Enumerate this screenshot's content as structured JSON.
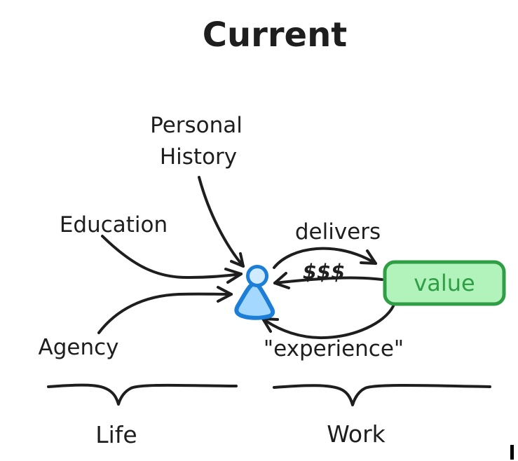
{
  "diagram": {
    "title": "Current",
    "labels": {
      "personal_history_line1": "Personal",
      "personal_history_line2": "History",
      "education": "Education",
      "agency": "Agency",
      "delivers": "delivers",
      "money": "$$$",
      "value": "value",
      "experience": "\"experience\"",
      "life": "Life",
      "work": "Work"
    },
    "nodes": [
      {
        "id": "person",
        "type": "person-figure"
      },
      {
        "id": "value",
        "type": "rounded-box",
        "label": "value"
      }
    ],
    "edges": [
      {
        "from": "Personal History",
        "to": "person",
        "label": ""
      },
      {
        "from": "Education",
        "to": "person",
        "label": ""
      },
      {
        "from": "Agency",
        "to": "person",
        "label": ""
      },
      {
        "from": "person",
        "to": "value",
        "label": "delivers"
      },
      {
        "from": "value",
        "to": "person",
        "label": "$$$"
      },
      {
        "from": "value",
        "to": "person",
        "label": "\"experience\""
      }
    ],
    "groups": [
      {
        "label": "Life",
        "contains": [
          "Personal History",
          "Education",
          "Agency"
        ]
      },
      {
        "label": "Work",
        "contains": [
          "delivers",
          "$$$",
          "\"experience\"",
          "value"
        ]
      }
    ],
    "colors": {
      "background": "#ffffff",
      "ink": "#1e1e1e",
      "person_stroke": "#1c7ed6",
      "person_fill": "#a5d8ff",
      "value_box_stroke": "#2f9e44",
      "value_box_fill": "#b2f2bb",
      "value_text": "#2f9e44",
      "cursor_bar": "#000000"
    }
  }
}
